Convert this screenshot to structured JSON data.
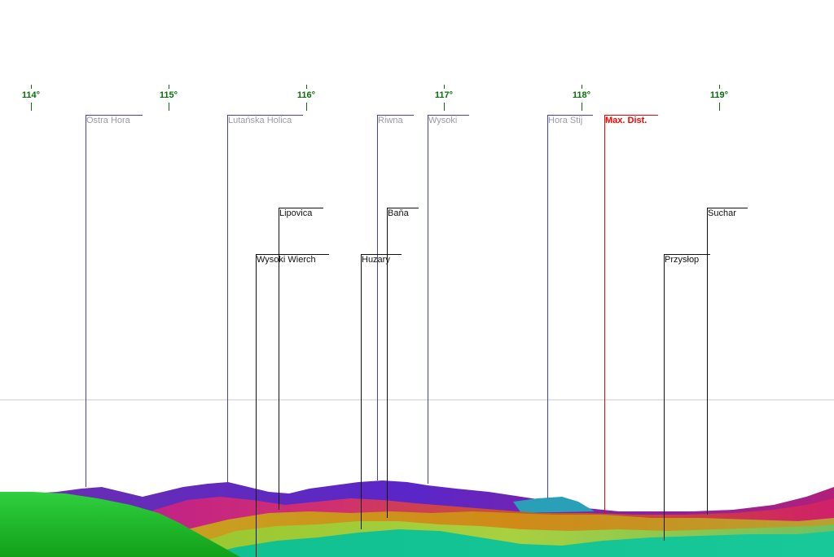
{
  "compass": {
    "degrees": [
      "114°",
      "115°",
      "116°",
      "117°",
      "118°",
      "119°"
    ]
  },
  "peaks": {
    "far": [
      "Ostra Hora",
      "Lutańska Holica",
      "Riwna",
      "Wysoki",
      "Hora Stij"
    ],
    "max_distance": "Max. Dist.",
    "near": [
      "Lipovica",
      "Baňa",
      "Suchar",
      "Wysoki Wierch",
      "Huzary",
      "Przysłop"
    ]
  },
  "colors": {
    "degree": "#0a6e0a",
    "far_line": "#4040c0",
    "max_line": "#ff0000",
    "near_line": "#111111",
    "horizon": "#c8c8c8"
  }
}
